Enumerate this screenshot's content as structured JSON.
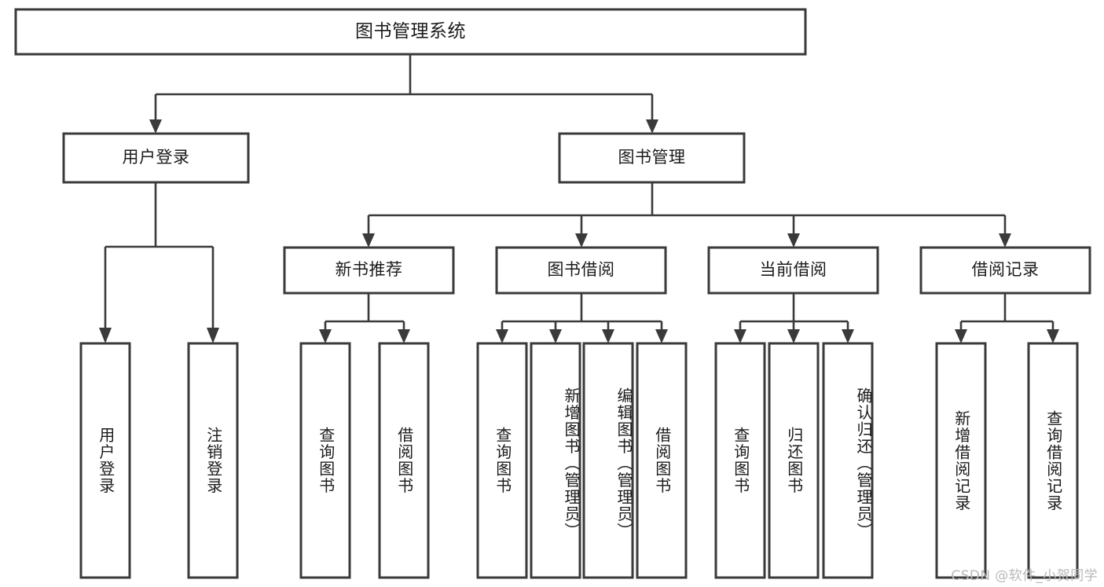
{
  "diagram": {
    "type": "tree-hierarchy",
    "title": "图书管理系统",
    "watermark": "CSDN @软件_小贺同学",
    "colors": {
      "stroke": "#3a3a3a",
      "fill": "#ffffff",
      "text": "#1b1b1b",
      "watermark": "#b9b9b9"
    },
    "levels": {
      "root": {
        "label": "图书管理系统"
      },
      "level1": [
        {
          "label": "用户登录"
        },
        {
          "label": "图书管理"
        }
      ],
      "level2": [
        {
          "label": "新书推荐"
        },
        {
          "label": "图书借阅"
        },
        {
          "label": "当前借阅"
        },
        {
          "label": "借阅记录"
        }
      ],
      "leaves": {
        "user_login": [
          {
            "label": "用户登录"
          },
          {
            "label": "注销登录"
          }
        ],
        "new_book_recommend": [
          {
            "label": "查询图书"
          },
          {
            "label": "借阅图书"
          }
        ],
        "book_borrow": [
          {
            "label": "查询图书"
          },
          {
            "label": "新增图书（管理员）"
          },
          {
            "label": "编辑图书（管理员）"
          },
          {
            "label": "借阅图书"
          }
        ],
        "current_borrow": [
          {
            "label": "查询图书"
          },
          {
            "label": "归还图书"
          },
          {
            "label": "确认归还（管理员）"
          }
        ],
        "borrow_records": [
          {
            "label": "新增借阅记录"
          },
          {
            "label": "查询借阅记录"
          }
        ]
      }
    }
  }
}
